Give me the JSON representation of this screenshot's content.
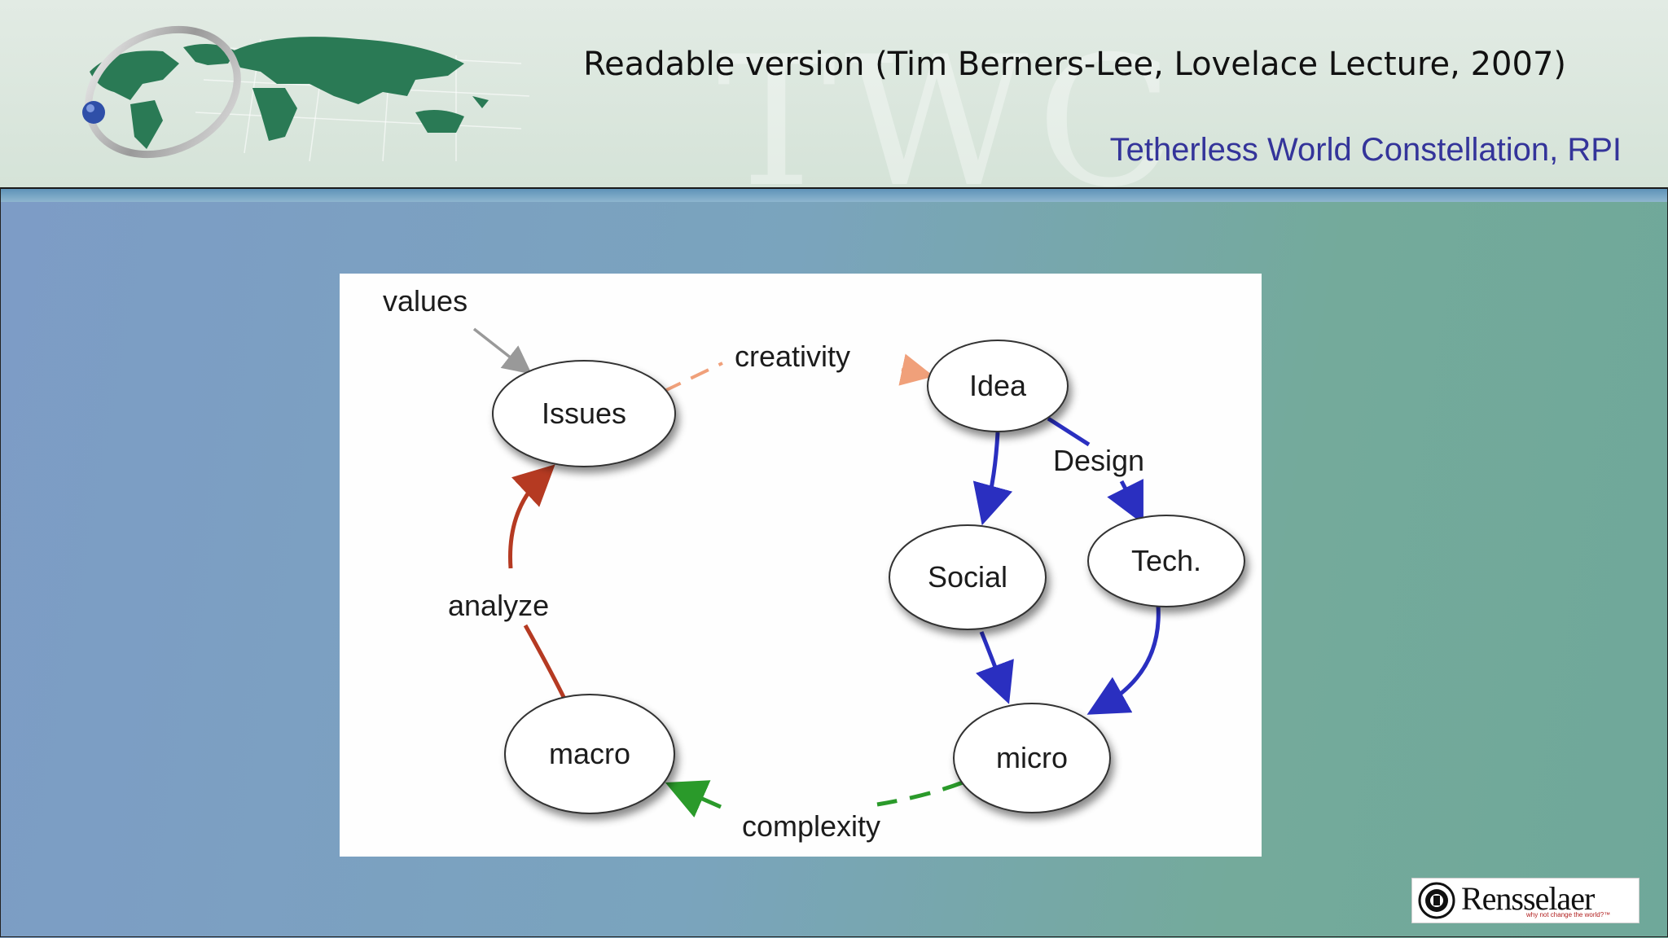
{
  "header": {
    "title": "Readable version (Tim Berners-Lee, Lovelace Lecture, 2007)",
    "subtitle": "Tetherless World Constellation, RPI",
    "watermark_text": "TWC"
  },
  "diagram": {
    "nodes": {
      "issues": "Issues",
      "idea": "Idea",
      "social": "Social",
      "tech": "Tech.",
      "micro": "micro",
      "macro": "macro"
    },
    "edge_labels": {
      "values": "values",
      "creativity": "creativity",
      "design": "Design",
      "analyze": "analyze",
      "complexity": "complexity"
    },
    "colors": {
      "creativity": "#f0a07a",
      "design": "#2a2fc0",
      "analyze": "#b53a22",
      "complexity": "#2a9a2a",
      "values": "#999999"
    }
  },
  "footer": {
    "logo_text": "Rensselaer",
    "logo_tagline": "why not change the world?™"
  }
}
